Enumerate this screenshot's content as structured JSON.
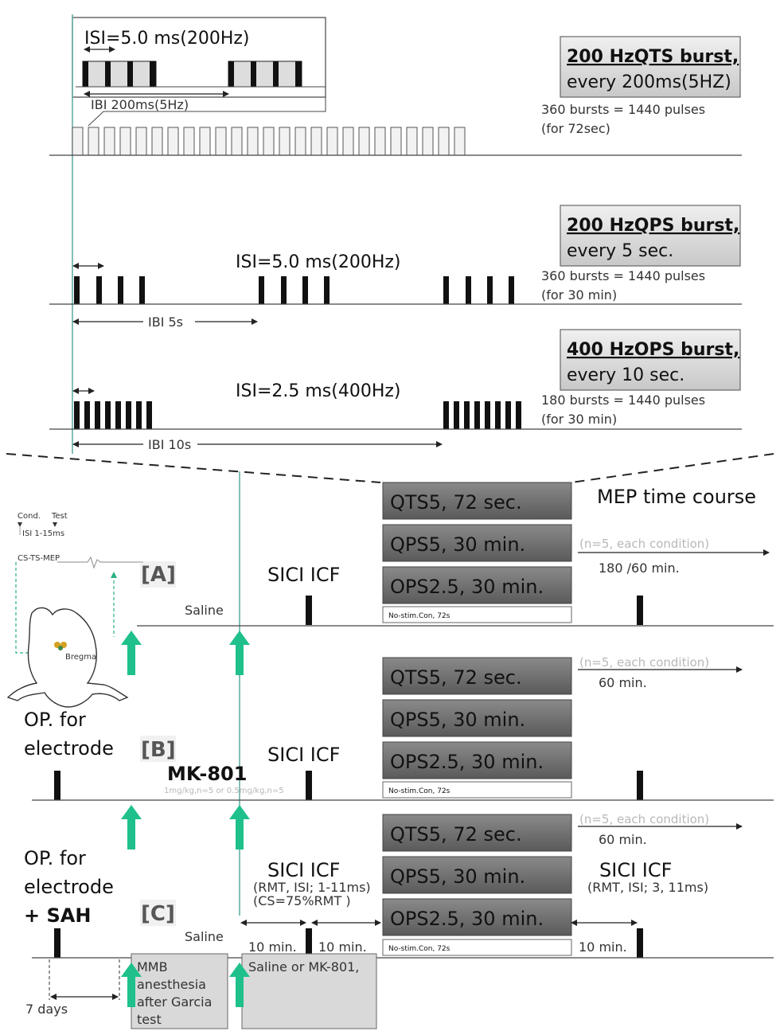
{
  "protocols": {
    "qts": {
      "isi_label": "ISI=5.0 ms(200Hz)",
      "ibi_label": "IBI 200ms(5Hz)",
      "title_line1": "200 HzQTS burst,",
      "title_line2": "every 200ms(5HZ)",
      "count_line": "360 bursts = 1440 pulses",
      "duration_line": "(for 72sec)"
    },
    "qps": {
      "isi_label": "ISI=5.0 ms(200Hz)",
      "ibi_label": "IBI 5s",
      "title_line1": "200 HzQPS burst,",
      "title_line2": "every  5 sec.",
      "count_line": "360 bursts = 1440 pulses",
      "duration_line": "(for 30 min)"
    },
    "ops": {
      "isi_label": "ISI=2.5 ms(400Hz)",
      "ibi_label": "IBI 10s",
      "title_line1": "400 HzOPS burst,",
      "title_line2": "every 10 sec.",
      "count_line": "180 bursts = 1440 pulses",
      "duration_line": "(for 30 min)"
    }
  },
  "conditions": {
    "qts_label": "QTS5,   72 sec.",
    "qps_label": "QPS5,   30 min.",
    "ops_label": "OPS2.5, 30 min.",
    "nostim_label": "No-stim.Con, 72s"
  },
  "experiment_a": {
    "tag": "[A]",
    "saline": "Saline",
    "sici": "SICI ICF",
    "mep_title": "MEP time course",
    "n_note": "(n=5, each condition)",
    "time_note": "180 /60 min.",
    "inset_cond": "Cond.",
    "inset_test": "Test",
    "inset_isi": "ISI 1-15ms",
    "inset_mep": "CS-TS-MEP",
    "inset_bregma": "Bregma"
  },
  "experiment_b": {
    "tag": "[B]",
    "op_line1": "OP. for",
    "op_line2": "electrode",
    "drug": "MK-801",
    "dose": "1mg/kg,n=5 or 0.5mg/kg,n=5",
    "sici": "SICI ICF",
    "n_note": "(n=5, each condition)",
    "time_note": "60 min."
  },
  "experiment_c": {
    "tag": "[C]",
    "op_line1": "OP. for",
    "op_line2": "electrode",
    "op_line3": "+ SAH",
    "saline": "Saline",
    "sici_pre": "SICI ICF",
    "sici_pre_detail1": "(RMT, ISI; 1-11ms)",
    "sici_pre_detail2": "(CS=75%RMT       )",
    "sici_post": "SICI ICF",
    "sici_post_detail": "(RMT, ISI; 3, 11ms)",
    "n_note": "(n=5, each condition)",
    "time_note": "60 min.",
    "interval1": "10 min.",
    "interval2": "10 min.",
    "interval3": "10 min.",
    "days": "7 days",
    "mmb_line1": "MMB",
    "mmb_line2": "anesthesia",
    "mmb_line3": "after Garcia",
    "mmb_line4": "test",
    "drug_box": "Saline or MK-801,"
  },
  "colors": {
    "arrow": "#1fc08c",
    "line": "#444444",
    "dark_box": "#6e6e6e",
    "light_box": "#d9d9d9",
    "guide": "#5aa8a0"
  }
}
